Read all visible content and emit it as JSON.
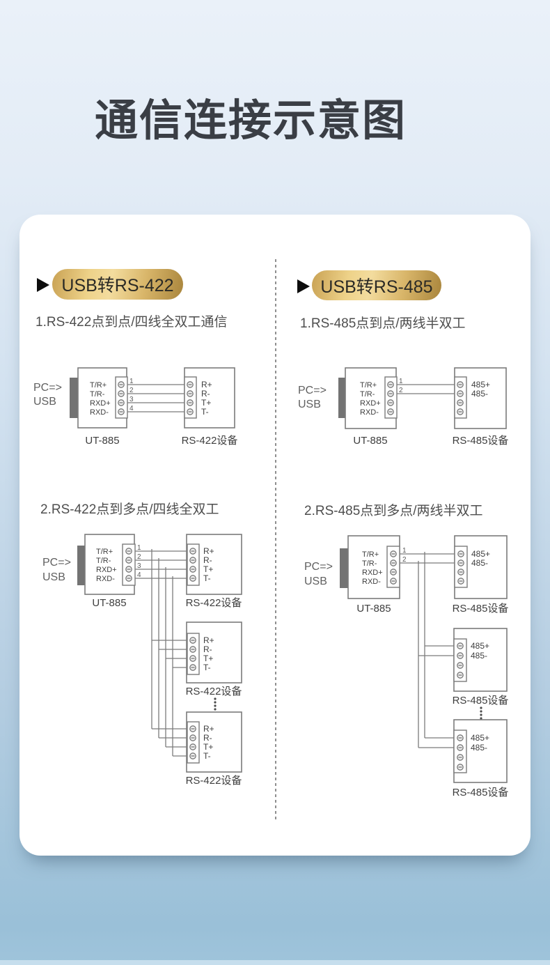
{
  "title": "通信连接示意图",
  "left": {
    "badge": "USB转RS-422",
    "p2p_heading": "1.RS-422点到点/四线全双工通信",
    "multi_heading": "2.RS-422点到多点/四线全双工",
    "device_name": "RS-422设备",
    "terminals": [
      "R+",
      "R-",
      "T+",
      "T-"
    ]
  },
  "right": {
    "badge": "USB转RS-485",
    "p2p_heading": "1.RS-485点到点/两线半双工",
    "multi_heading": "2.RS-485点到多点/两线半双工",
    "device_name": "RS-485设备",
    "terminals": [
      "485+",
      "485-"
    ]
  },
  "shared": {
    "pc": "PC=>",
    "usb": "USB",
    "adapter_name": "UT-885",
    "adapter_terminals": [
      "T/R+",
      "T/R-",
      "RXD+",
      "RXD-"
    ],
    "wires": [
      "1",
      "2",
      "3",
      "4"
    ]
  },
  "colors": {
    "badge_light": "#f3dc9e",
    "badge_dark": "#a9853c",
    "line": "#7b7b7b",
    "card": "#ffffff",
    "background_top": "#eaf1f9",
    "background_bottom": "#9ac0d8"
  }
}
